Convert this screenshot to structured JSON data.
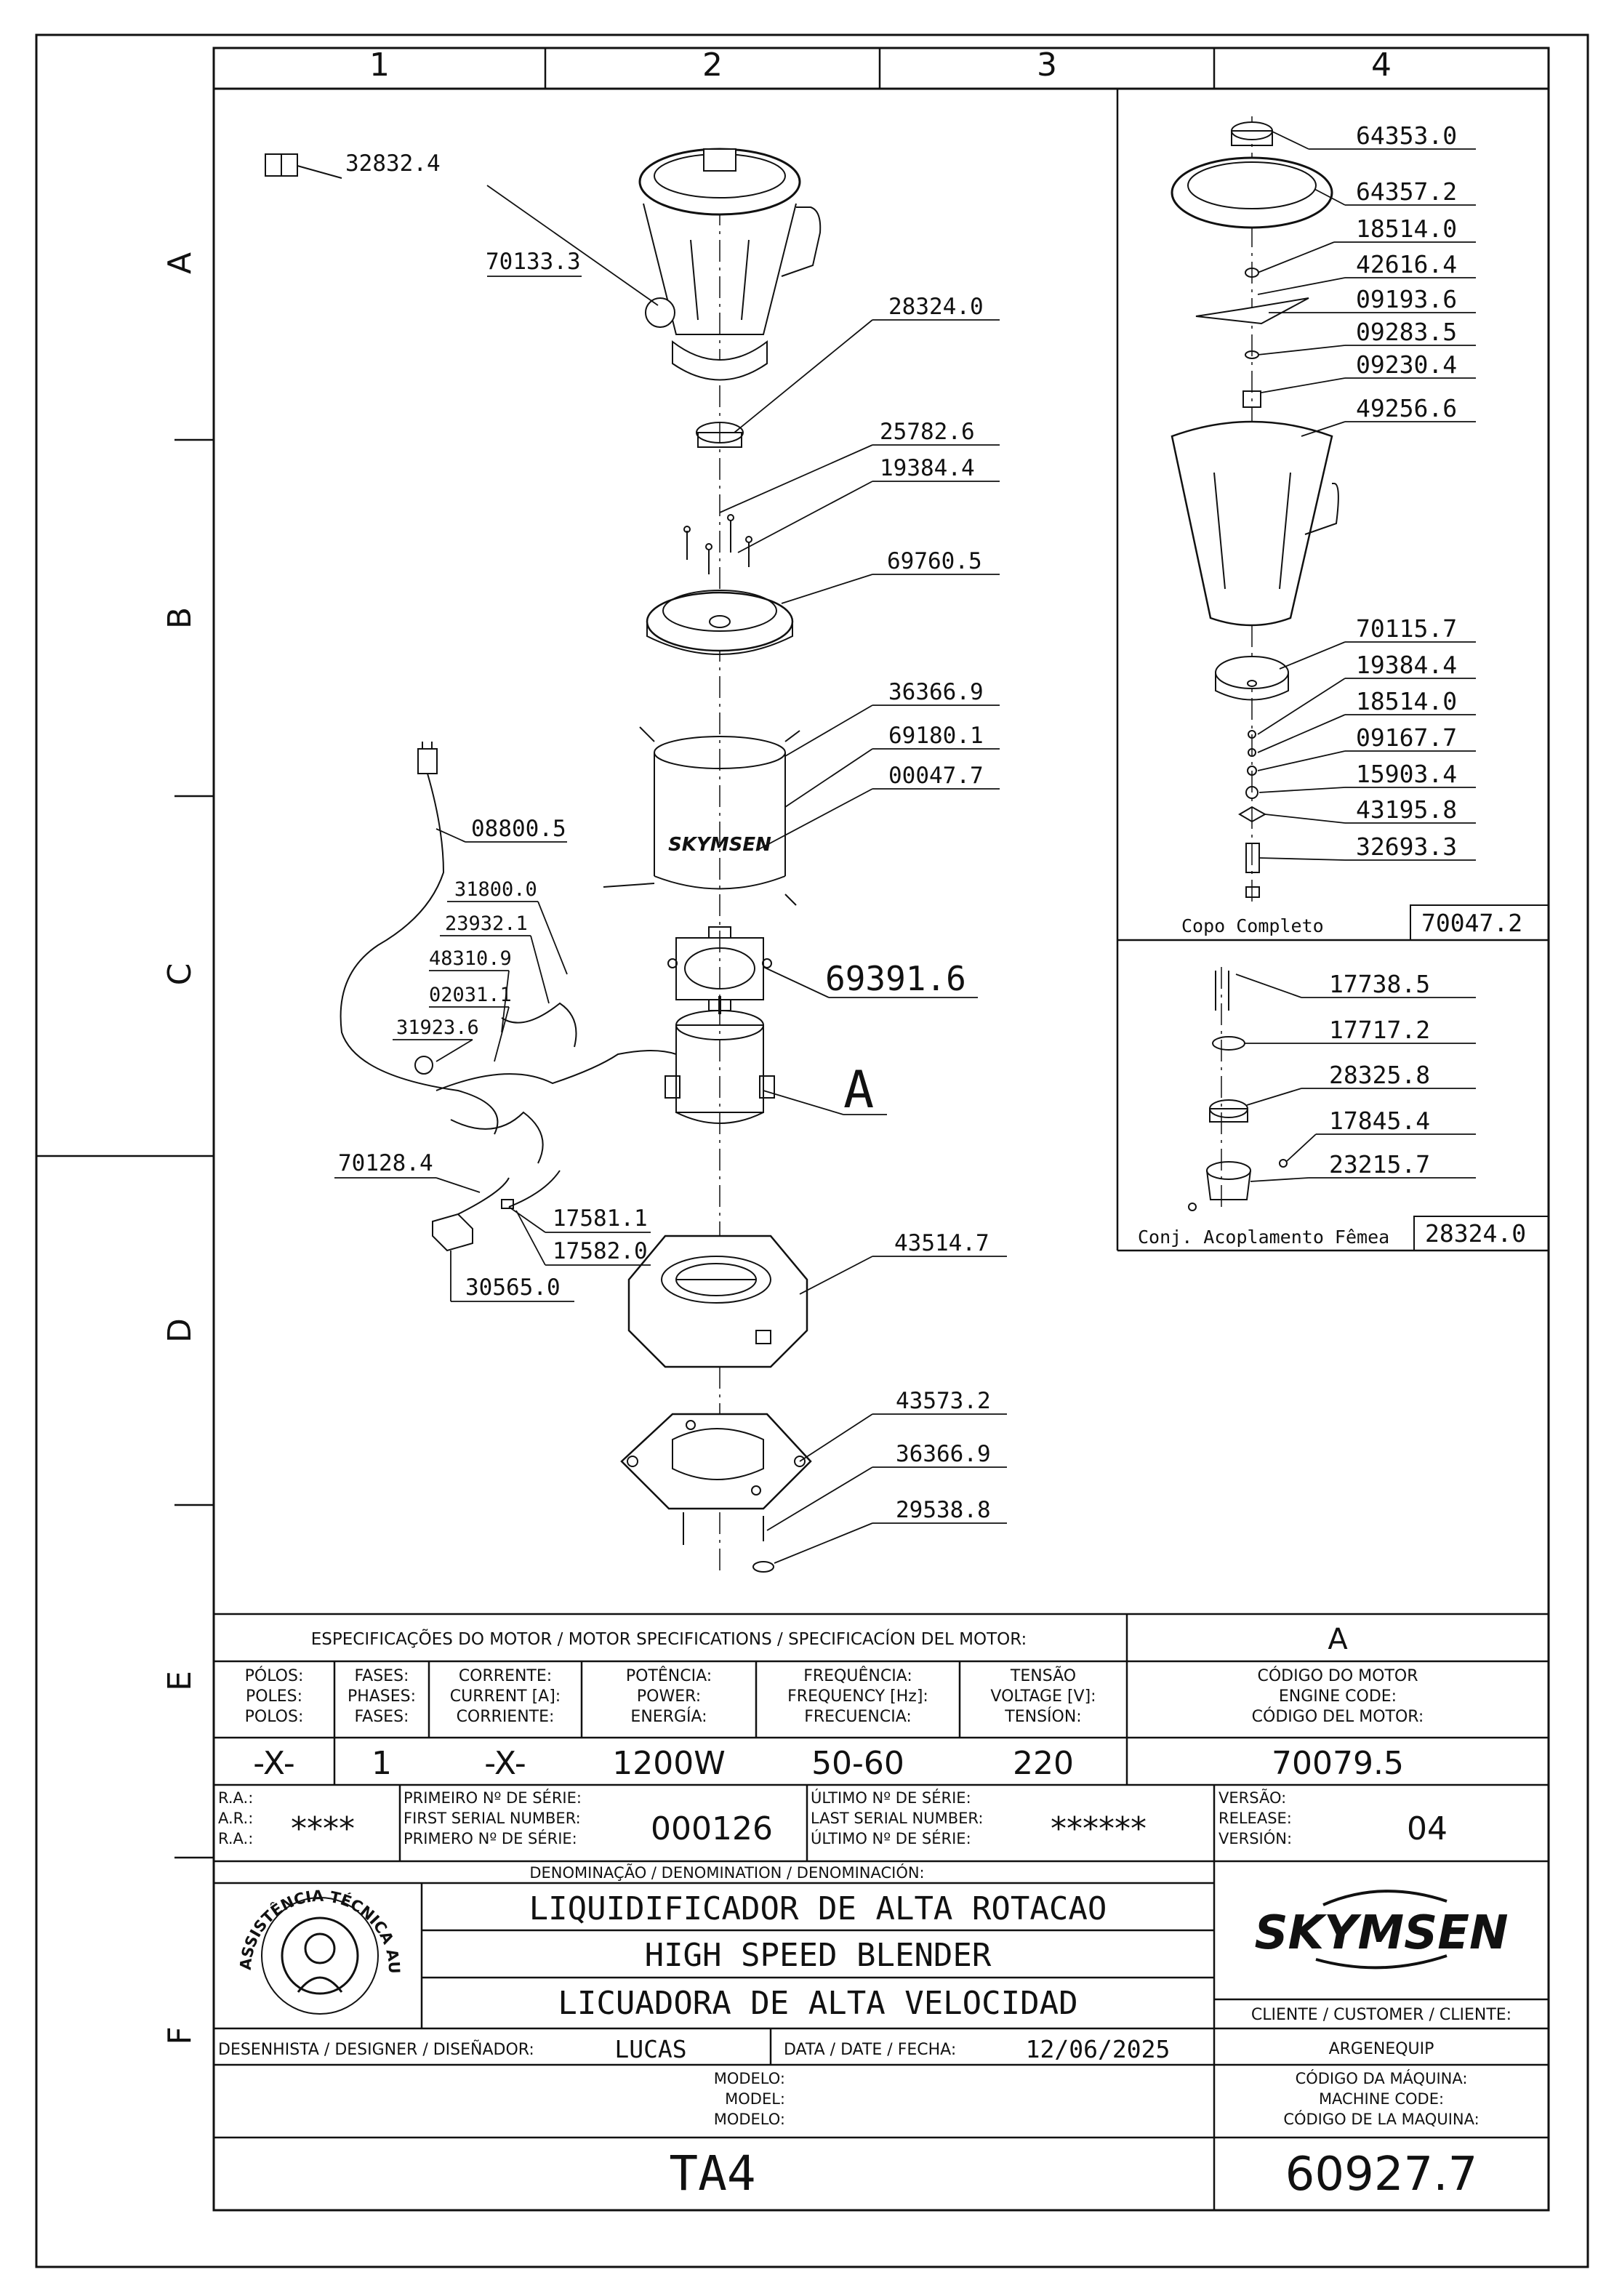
{
  "grid": {
    "columns": [
      "1",
      "2",
      "3",
      "4"
    ],
    "rows": [
      "A",
      "B",
      "C",
      "D",
      "E",
      "F"
    ]
  },
  "manual_ref": "32832.4",
  "parts": [
    {
      "code": "70133.3"
    },
    {
      "code": "28324.0"
    },
    {
      "code": "25782.6"
    },
    {
      "code": "19384.4"
    },
    {
      "code": "69760.5"
    },
    {
      "code": "36366.9"
    },
    {
      "code": "69180.1"
    },
    {
      "code": "00047.7"
    },
    {
      "code": "08800.5"
    },
    {
      "code": "31800.0"
    },
    {
      "code": "23932.1"
    },
    {
      "code": "48310.9"
    },
    {
      "code": "02031.1"
    },
    {
      "code": "31923.6"
    },
    {
      "code": "69391.6"
    },
    {
      "code": "A"
    },
    {
      "code": "70128.4"
    },
    {
      "code": "17581.1"
    },
    {
      "code": "17582.0"
    },
    {
      "code": "30565.0"
    },
    {
      "code": "43514.7"
    },
    {
      "code": "43573.2"
    },
    {
      "code": "36366.9"
    },
    {
      "code": "29538.8"
    }
  ],
  "copo_completo": {
    "title": "Copo Completo",
    "code": "70047.2",
    "parts": [
      "64353.0",
      "64357.2",
      "18514.0",
      "42616.4",
      "09193.6",
      "09283.5",
      "09230.4",
      "49256.6",
      "70115.7",
      "19384.4",
      "18514.0",
      "09167.7",
      "15903.4",
      "43195.8",
      "32693.3"
    ]
  },
  "acoplamento": {
    "title": "Conj. Acoplamento Fêmea",
    "code": "28324.0",
    "parts": [
      "17738.5",
      "17717.2",
      "28325.8",
      "17845.4",
      "23215.7"
    ]
  },
  "motor_spec": {
    "header": "ESPECIFICAÇÕES DO MOTOR / MOTOR SPECIFICATIONS / SPECIFICACÍON DEL MOTOR:",
    "variant": "A",
    "columns": [
      {
        "l1": "PÓLOS:",
        "l2": "POLES:",
        "l3": "POLOS:",
        "value": "-X-"
      },
      {
        "l1": "FASES:",
        "l2": "PHASES:",
        "l3": "FASES:",
        "value": "1"
      },
      {
        "l1": "CORRENTE:",
        "l2": "CURRENT [A]:",
        "l3": "CORRIENTE:",
        "value": "-X-"
      },
      {
        "l1": "POTÊNCIA:",
        "l2": "POWER:",
        "l3": "ENERGÍA:",
        "value": "1200W"
      },
      {
        "l1": "FREQUÊNCIA:",
        "l2": "FREQUENCY [Hz]:",
        "l3": "FRECUENCIA:",
        "value": "50-60"
      },
      {
        "l1": "TENSÃO",
        "l2": "VOLTAGE [V]:",
        "l3": "TENSÍON:",
        "value": "220"
      },
      {
        "l1": "CÓDIGO DO MOTOR",
        "l2": "ENGINE CODE:",
        "l3": "CÓDIGO DEL MOTOR:",
        "value": "70079.5"
      }
    ]
  },
  "serials": {
    "ra_labels": [
      "R.A.:",
      "A.R.:",
      "R.A.:"
    ],
    "ra_value": "****",
    "first_labels": [
      "PRIMEIRO Nº DE SÉRIE:",
      "FIRST SERIAL NUMBER:",
      "PRIMERO Nº DE SÉRIE:"
    ],
    "first_value": "000126",
    "last_labels": [
      "ÚLTIMO Nº DE SÉRIE:",
      "LAST SERIAL NUMBER:",
      "ÚLTIMO Nº DE SÉRIE:"
    ],
    "last_value": "******",
    "version_labels": [
      "VERSÃO:",
      "RELEASE:",
      "VERSIÓN:"
    ],
    "version_value": "04"
  },
  "denomination": {
    "header": "DENOMINAÇÃO / DENOMINATION / DENOMINACIÓN:",
    "pt": "LIQUIDIFICADOR DE ALTA ROTACAO",
    "en": "HIGH SPEED BLENDER",
    "es": "LICUADORA DE ALTA VELOCIDAD"
  },
  "seal": {
    "text": "ASSISTÊNCIA TÉCNICA AUTORIZADA"
  },
  "brand": {
    "name": "SKYMSEN"
  },
  "client": {
    "label": "CLIENTE / CUSTOMER / CLIENTE:",
    "value": "ARGENEQUIP"
  },
  "designer": {
    "label": "DESENHISTA / DESIGNER / DISEÑADOR:",
    "value": "LUCAS"
  },
  "date": {
    "label": "DATA / DATE / FECHA:",
    "value": "12/06/2025"
  },
  "model": {
    "labels": [
      "MODELO:",
      "MODEL:",
      "MODELO:"
    ],
    "value": "TA4"
  },
  "machine_code": {
    "labels": [
      "CÓDIGO DA MÁQUINA:",
      "MACHINE CODE:",
      "CÓDIGO DE LA MAQUINA:"
    ],
    "value": "60927.7"
  }
}
